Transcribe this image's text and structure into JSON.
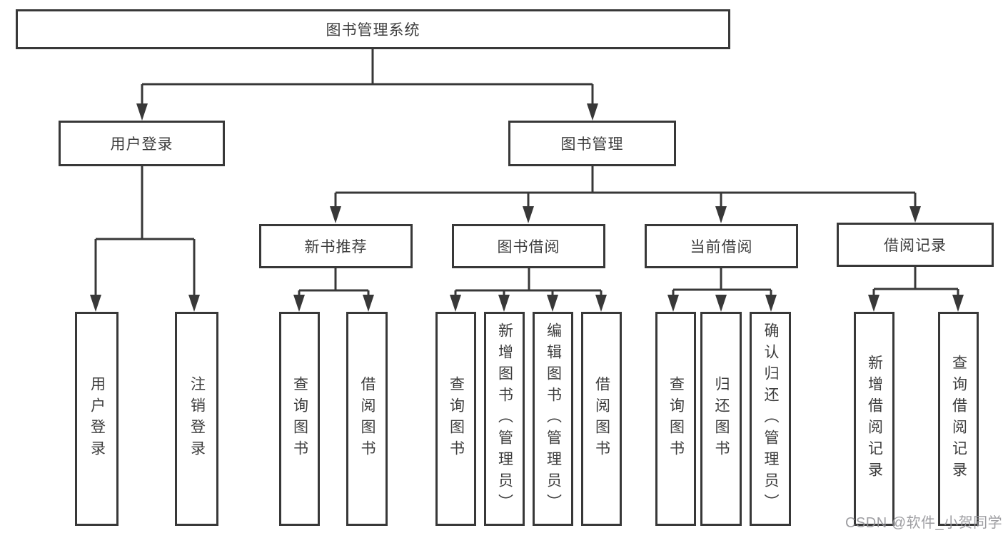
{
  "nodes": {
    "root": "图书管理系统",
    "l2": [
      "用户登录",
      "图书管理"
    ],
    "l3": [
      "新书推荐",
      "图书借阅",
      "当前借阅",
      "借阅记录"
    ],
    "leaves": [
      "用户登录",
      "注销登录",
      "查询图书",
      "借阅图书",
      "查询图书",
      "新增图书（管理员）",
      "编辑图书（管理员）",
      "借阅图书",
      "查询图书",
      "归还图书",
      "确认归还（管理员）",
      "新增借阅记录",
      "查询借阅记录"
    ]
  },
  "watermark": "CSDN @软件_小贺同学",
  "colors": {
    "line": "#383838",
    "text": "#3d3d3d",
    "watermark": "#949498",
    "background": "#ffffff"
  }
}
